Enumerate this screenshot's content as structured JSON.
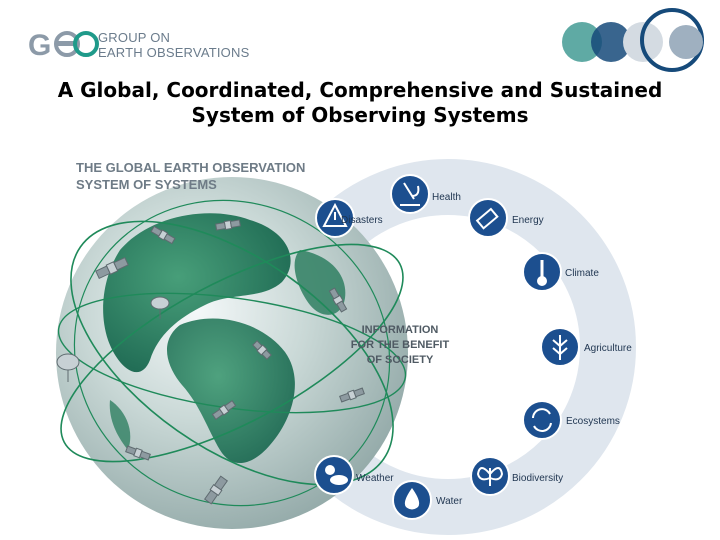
{
  "logo": {
    "mark": "GEO",
    "line1": "GROUP ON",
    "line2": "EARTH OBSERVATIONS",
    "colors": {
      "grey": "#8c9aa8",
      "teal": "#1f9a8a"
    }
  },
  "title": {
    "line1": "A Global, Coordinated, Comprehensive and Sustained",
    "line2": "System of Observing Systems"
  },
  "diagram": {
    "heading_line1": "THE GLOBAL EARTH OBSERVATION",
    "heading_line2": "SYSTEM OF SYSTEMS",
    "center_line1": "INFORMATION",
    "center_line2": "FOR THE BENEFIT",
    "center_line3": "OF SOCIETY",
    "ring_color": "#dfe6ee",
    "icon_color": "#1c4f8f",
    "areas": [
      {
        "label": "Disasters",
        "icon": "warning-icon"
      },
      {
        "label": "Health",
        "icon": "microscope-icon"
      },
      {
        "label": "Energy",
        "icon": "battery-icon"
      },
      {
        "label": "Climate",
        "icon": "thermometer-icon"
      },
      {
        "label": "Agriculture",
        "icon": "wheat-icon"
      },
      {
        "label": "Ecosystems",
        "icon": "recycle-icon"
      },
      {
        "label": "Biodiversity",
        "icon": "butterfly-icon"
      },
      {
        "label": "Water",
        "icon": "water-drop-icon"
      },
      {
        "label": "Weather",
        "icon": "sun-cloud-icon"
      }
    ]
  }
}
